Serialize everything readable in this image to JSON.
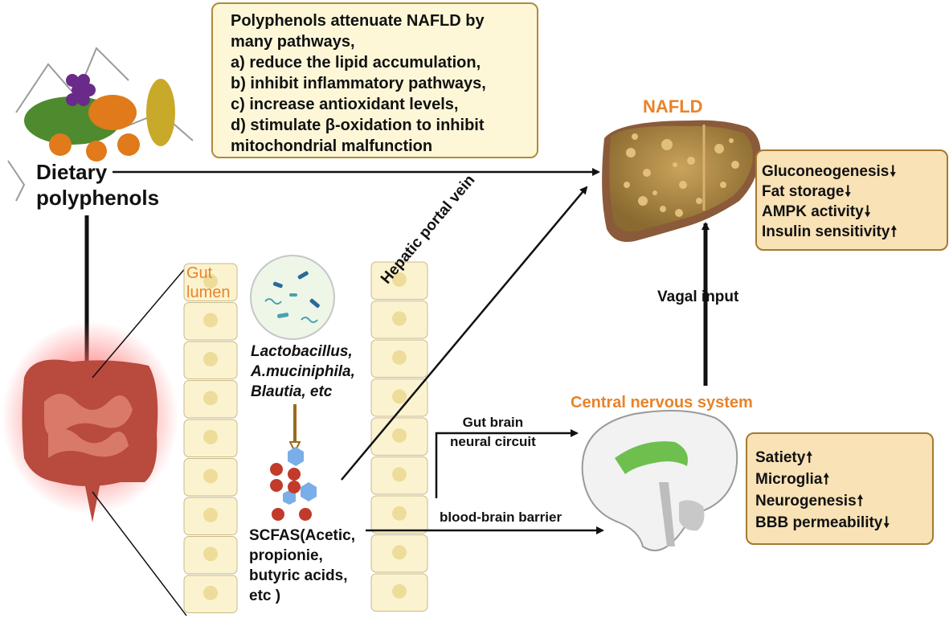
{
  "summary_box": {
    "lines": [
      "Polyphenols attenuate NAFLD by",
      "many pathways,",
      "a) reduce the lipid accumulation,",
      "b) inhibit inflammatory pathways,",
      "c) increase antioxidant levels,",
      "d) stimulate β-oxidation to inhibit",
      "mitochondrial malfunction"
    ]
  },
  "dietary": {
    "line1": "Dietary",
    "line2": "polyphenols"
  },
  "nafld_title": "NAFLD",
  "liver_effects": [
    {
      "label": "Gluconeogenesis",
      "direction": "down"
    },
    {
      "label": "Fat storage",
      "direction": "down"
    },
    {
      "label": "AMPK activity",
      "direction": "down"
    },
    {
      "label": "Insulin sensitivity",
      "direction": "up"
    }
  ],
  "gut_lumen": {
    "line1": "Gut",
    "line2": "lumen"
  },
  "bacteria": {
    "line1": "Lactobacillus,",
    "line2": "A.muciniphila,",
    "line3": "Blautia, etc"
  },
  "scfas": {
    "line1": "SCFAS(Acetic,",
    "line2": "propionie,",
    "line3": "butyric acids,",
    "line4": "etc )"
  },
  "portal_vein_label": "Hepatic portal vein",
  "vagal_label": "Vagal input",
  "cns_title": "Central nervous system",
  "gut_brain": {
    "line1": "Gut brain",
    "line2": "neural circuit"
  },
  "bbb_label": "blood-brain barrier",
  "brain_effects": [
    {
      "label": "Satiety",
      "direction": "up"
    },
    {
      "label": "Microglia",
      "direction": "up"
    },
    {
      "label": "Neurogenesis",
      "direction": "up"
    },
    {
      "label": "BBB permeability",
      "direction": "down"
    }
  ],
  "arrow_glyphs": {
    "up": "🠕",
    "down": "🠗"
  },
  "colors": {
    "accent_orange": "#e8832a",
    "box_cream": "#fdf7d8",
    "box_tan": "#f8e2b6",
    "liver": "#c48a4a",
    "intestine": "#b84a3e",
    "brain_limbic": "#6fbf4f",
    "bacteria_arrow": "#9a6a1e"
  }
}
